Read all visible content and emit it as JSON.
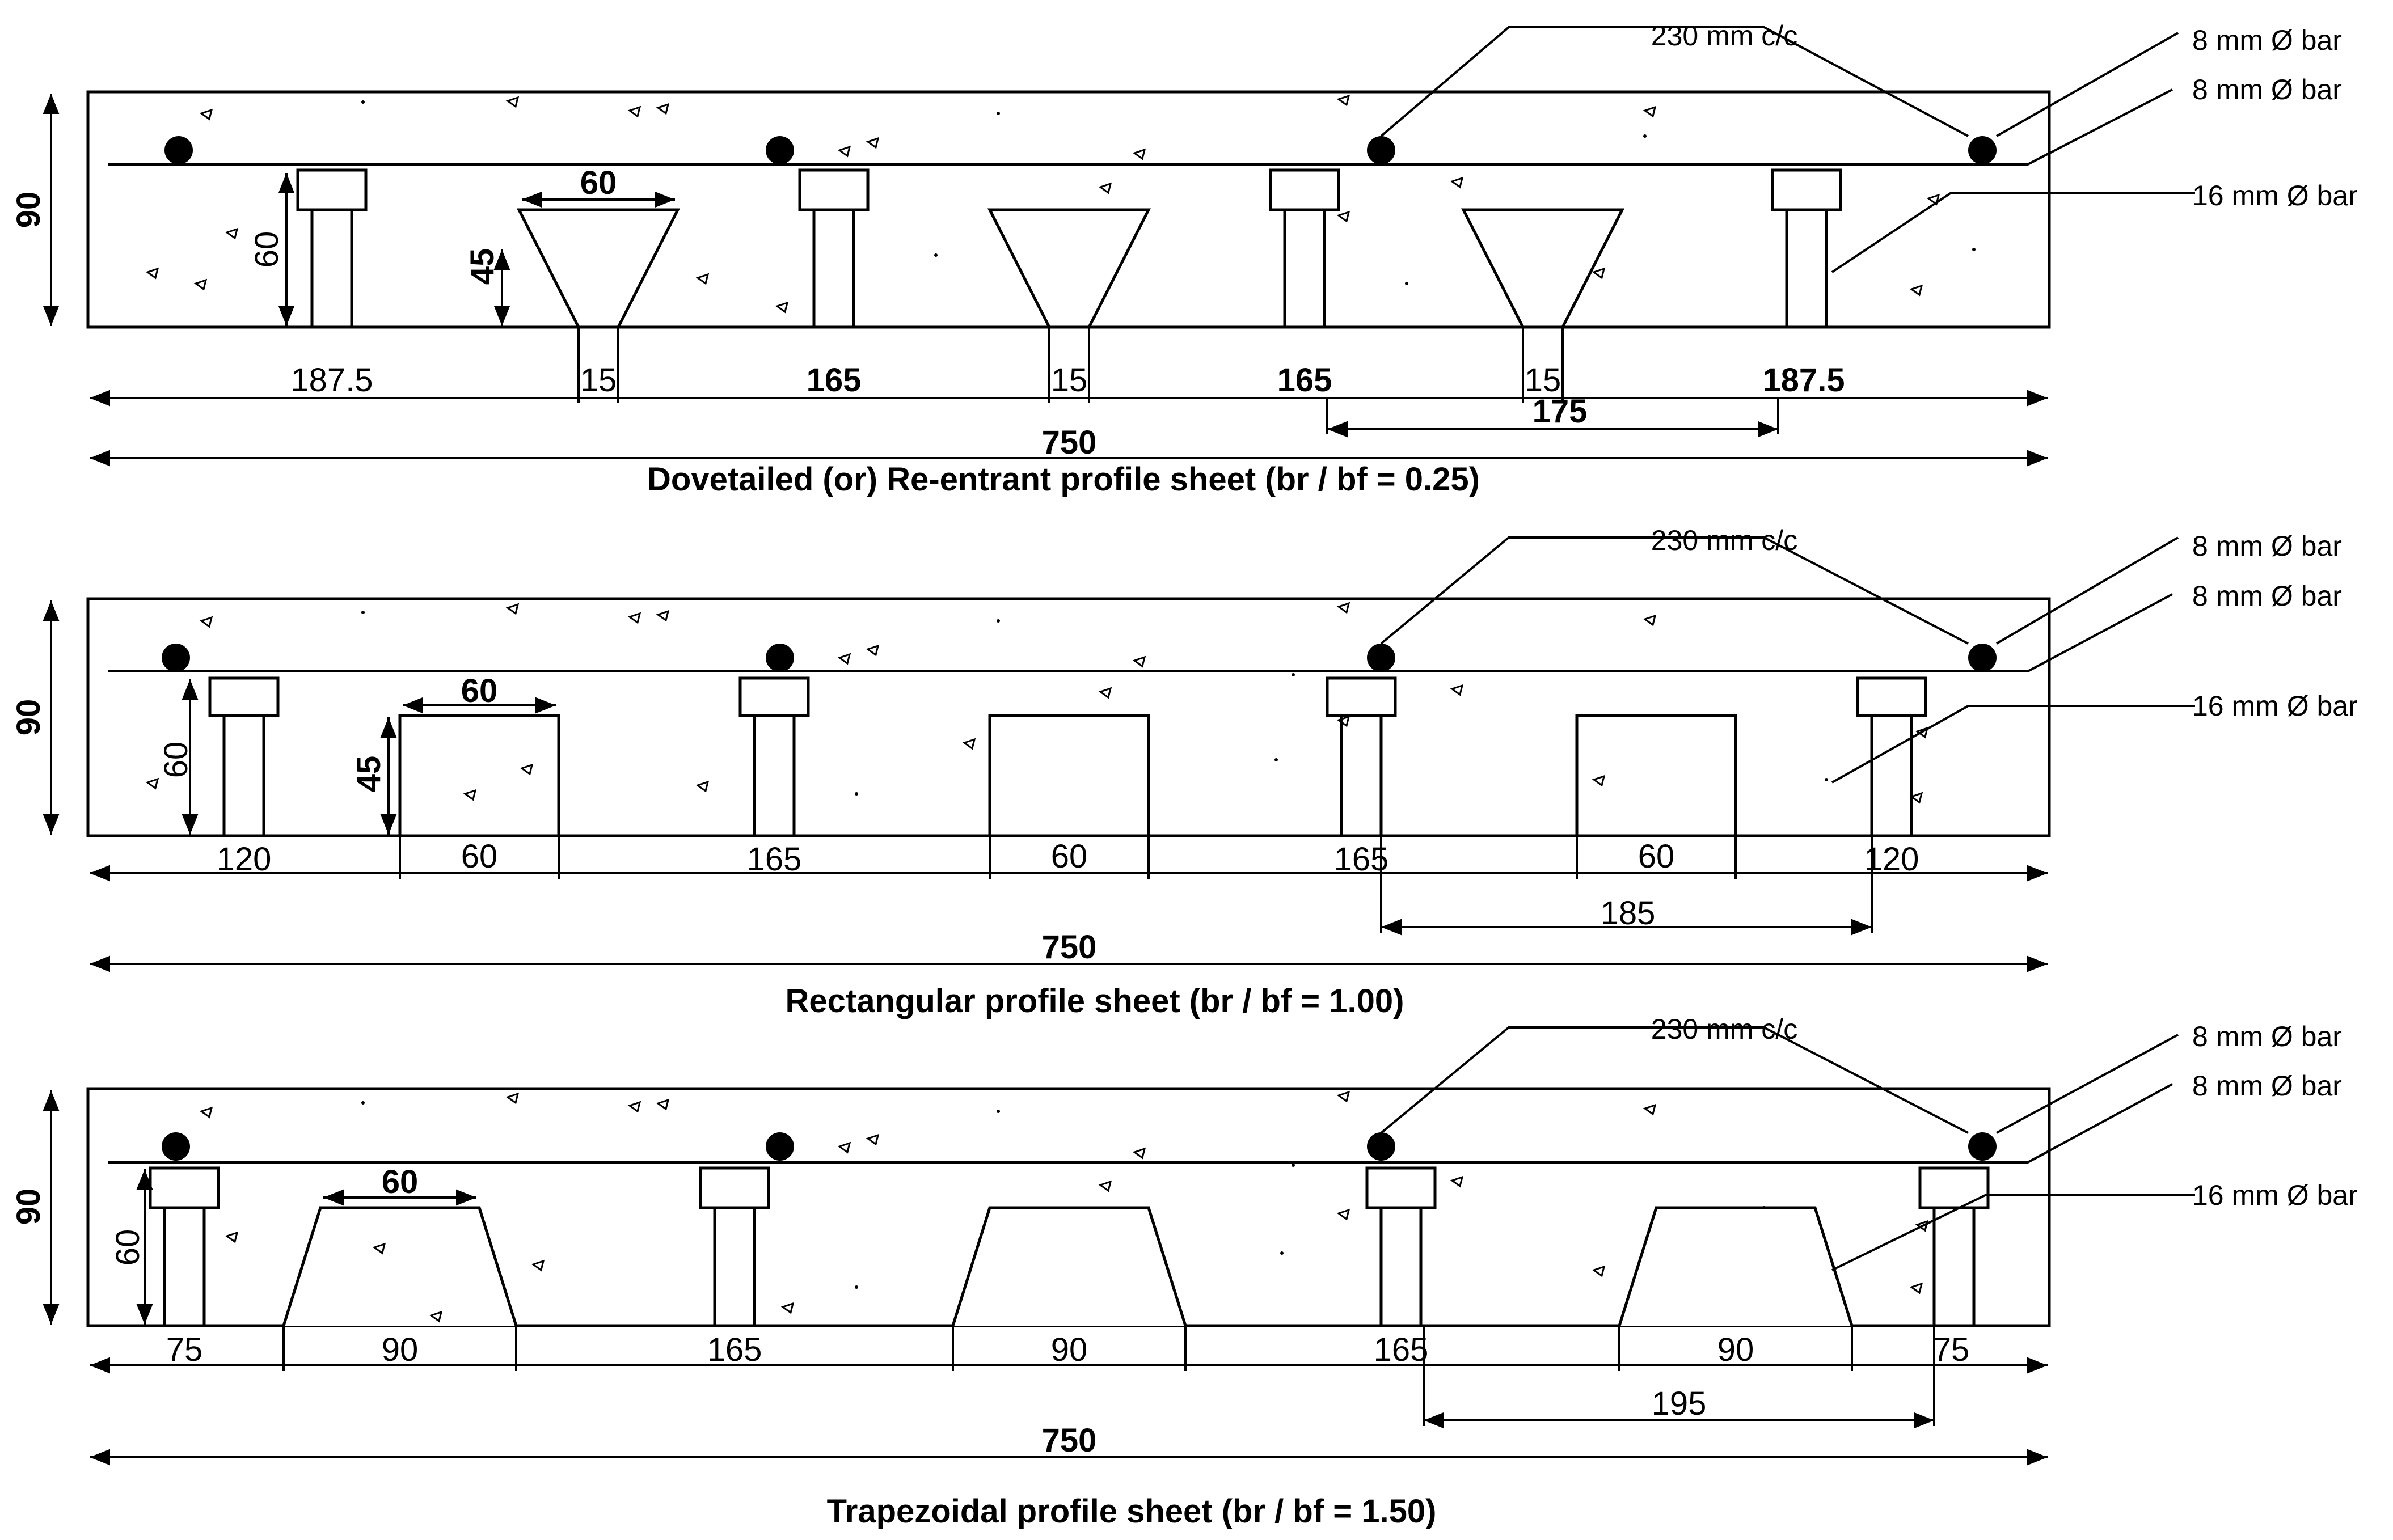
{
  "dims": {
    "depth": "90",
    "span": "750",
    "reinf": {
      "spacing": "230 mm c/c",
      "top_bar": "8 mm Ø  bar",
      "bottom_bar": "8 mm Ø  bar",
      "main_bar": "16 mm Ø  bar"
    }
  },
  "sheets": [
    {
      "caption": "Dovetailed (or) Re-entrant profile sheet (br / bf = 0.25)",
      "rib_top": "60",
      "rib_depth": "45",
      "stud_height": "60",
      "bottom": [
        "187.5",
        "15",
        "165",
        "15",
        "165",
        "15",
        "187.5"
      ],
      "stud_spacing": "175"
    },
    {
      "caption": "Rectangular profile sheet (br / bf = 1.00)",
      "rib_top": "60",
      "rib_depth": "45",
      "stud_height": "60",
      "bottom": [
        "120",
        "60",
        "165",
        "60",
        "165",
        "60",
        "120"
      ],
      "stud_spacing": "185"
    },
    {
      "caption": "Trapezoidal profile sheet (br / bf = 1.50)",
      "rib_top": "60",
      "stud_height": "60",
      "bottom": [
        "75",
        "90",
        "165",
        "90",
        "165",
        "90",
        "75"
      ],
      "stud_spacing": "195"
    }
  ]
}
